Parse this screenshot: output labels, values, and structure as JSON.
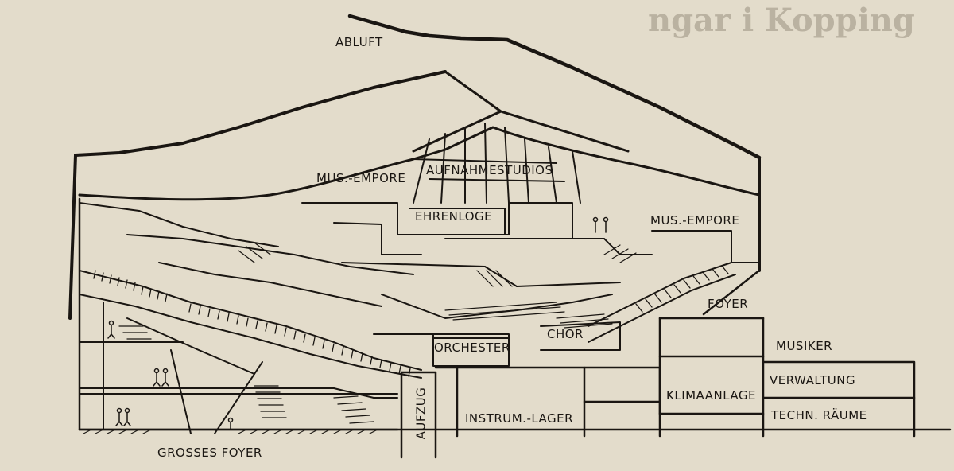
{
  "labels": {
    "abluft": "ABLUFT",
    "mus_empore_left": "MUS.-EMPORE",
    "aufnahmestudios": "AUFNAHMESTUDIOS",
    "ehrenloge": "EHRENLOGE",
    "mus_empore_right": "MUS.-EMPORE",
    "foyer": "FOYER",
    "orchester": "ORCHESTER",
    "chor": "CHOR",
    "musiker": "MUSIKER",
    "verwaltung": "VERWALTUNG",
    "klimaanlage": "KLIMAANLAGE",
    "techn_raeume": "TECHN. RÄUME",
    "instrum_lager": "INSTRUM.-LAGER",
    "aufzug": "AUFZUG",
    "grosses_foyer": "GROSSES FOYER"
  },
  "colors": {
    "paper": "#e3dccb",
    "ink": "#1a1612",
    "bleed_text": "#9a9080"
  }
}
